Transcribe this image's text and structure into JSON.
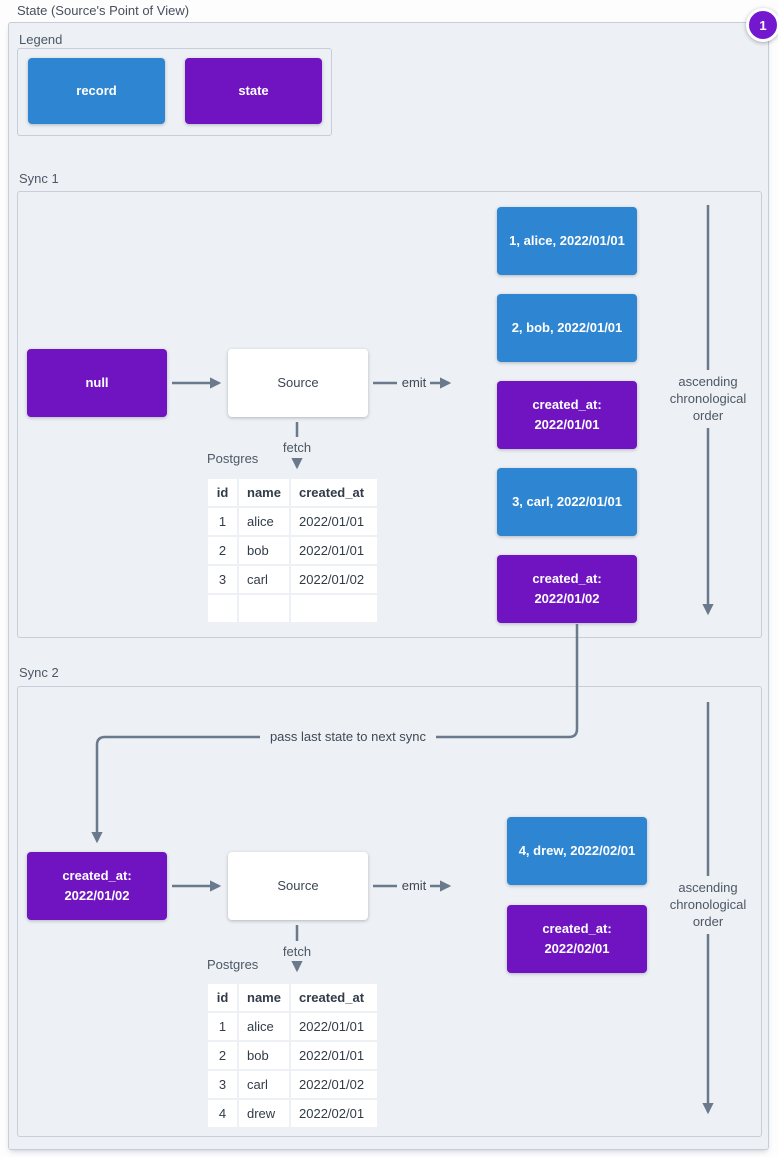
{
  "page": {
    "title": "State (Source's Point of View)",
    "annotation_badge": "1"
  },
  "colors": {
    "record_blue": "#2e86d2",
    "state_purple": "#7013c0",
    "badge_purple": "#7418cf",
    "arrow_gray": "#6a7a8c"
  },
  "legend": {
    "label": "Legend",
    "record_label": "record",
    "state_label": "state"
  },
  "sync1": {
    "label": "Sync 1",
    "input_state": "null",
    "source_label": "Source",
    "emit_label": "emit",
    "fetch_label": "fetch",
    "db_label": "Postgres",
    "order_note": "ascending chronological order",
    "outputs": [
      {
        "type": "record",
        "text": "1, alice, 2022/01/01"
      },
      {
        "type": "record",
        "text": "2, bob, 2022/01/01"
      },
      {
        "type": "state",
        "text": "created_at: 2022/01/01"
      },
      {
        "type": "record",
        "text": "3, carl, 2022/01/01"
      },
      {
        "type": "state",
        "text": "created_at: 2022/01/02"
      }
    ],
    "table": {
      "headers": [
        "id",
        "name",
        "created_at"
      ],
      "rows": [
        [
          "1",
          "alice",
          "2022/01/01"
        ],
        [
          "2",
          "bob",
          "2022/01/01"
        ],
        [
          "3",
          "carl",
          "2022/01/02"
        ],
        [
          "",
          "",
          ""
        ]
      ]
    }
  },
  "connector": {
    "label": "pass last state to next sync"
  },
  "sync2": {
    "label": "Sync 2",
    "input_state": "created_at: 2022/01/02",
    "source_label": "Source",
    "emit_label": "emit",
    "fetch_label": "fetch",
    "db_label": "Postgres",
    "order_note": "ascending chronological order",
    "outputs": [
      {
        "type": "record",
        "text": "4, drew, 2022/02/01"
      },
      {
        "type": "state",
        "text": "created_at: 2022/02/01"
      }
    ],
    "table": {
      "headers": [
        "id",
        "name",
        "created_at"
      ],
      "rows": [
        [
          "1",
          "alice",
          "2022/01/01"
        ],
        [
          "2",
          "bob",
          "2022/01/01"
        ],
        [
          "3",
          "carl",
          "2022/01/02"
        ],
        [
          "4",
          "drew",
          "2022/02/01"
        ]
      ]
    }
  }
}
